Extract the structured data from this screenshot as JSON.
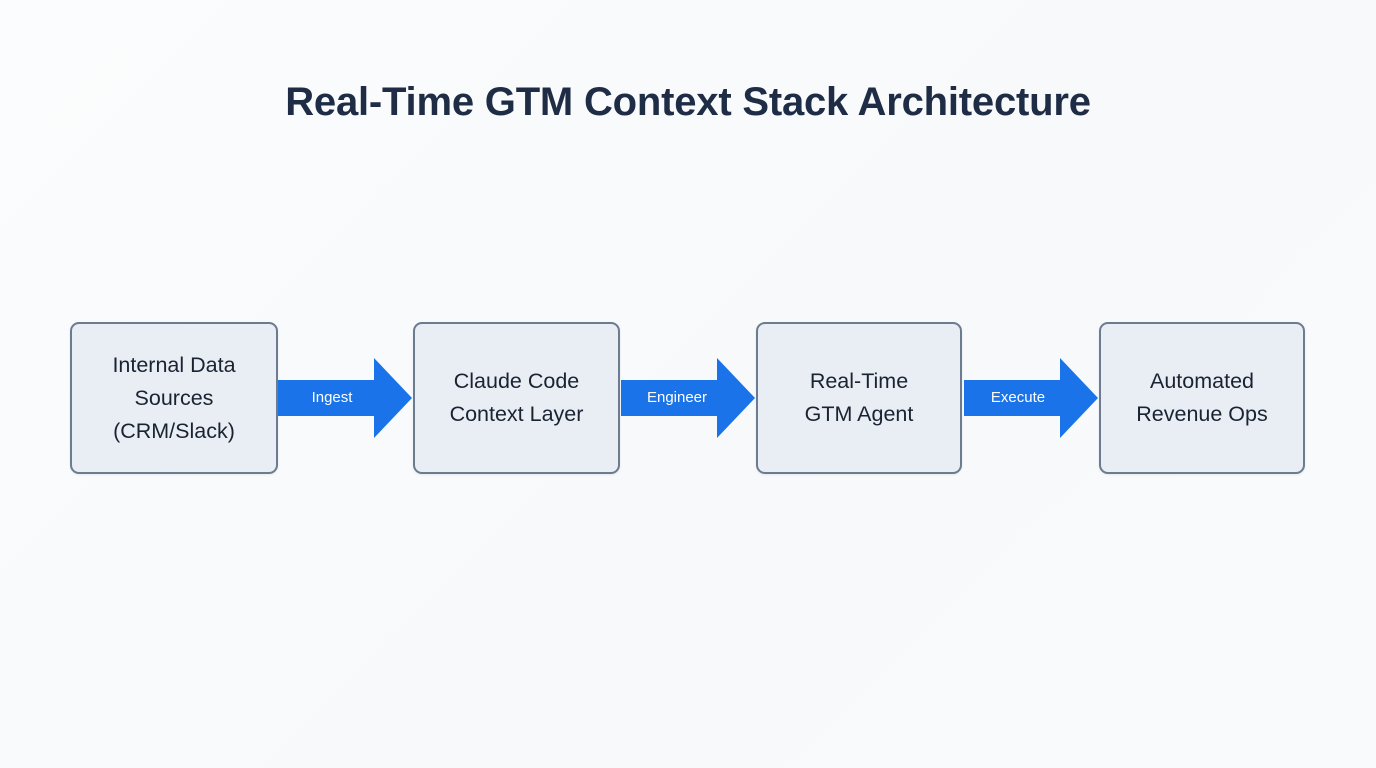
{
  "page": {
    "background_color": "#fafbfc",
    "title": "Real-Time GTM Context Stack Architecture",
    "title_color": "#1e2d45"
  },
  "diagram": {
    "type": "linear-flow",
    "orientation": "left-to-right",
    "node_fill": "#e9edf4",
    "node_border": "#6c7b90",
    "node_text_color": "#1a2332",
    "arrow_color": "#1a73e8",
    "arrow_label_color": "#ffffff",
    "nodes": [
      {
        "id": "internal-data-sources",
        "label": "Internal Data\nSources\n(CRM/Slack)"
      },
      {
        "id": "claude-code-context-layer",
        "label": "Claude Code\nContext Layer"
      },
      {
        "id": "real-time-gtm-agent",
        "label": "Real-Time\nGTM Agent"
      },
      {
        "id": "automated-revenue-ops",
        "label": "Automated\nRevenue Ops"
      }
    ],
    "connectors": [
      {
        "id": "ingest",
        "label": "Ingest",
        "from": "internal-data-sources",
        "to": "claude-code-context-layer"
      },
      {
        "id": "engineer",
        "label": "Engineer",
        "from": "claude-code-context-layer",
        "to": "real-time-gtm-agent"
      },
      {
        "id": "execute",
        "label": "Execute",
        "from": "real-time-gtm-agent",
        "to": "automated-revenue-ops"
      }
    ]
  }
}
